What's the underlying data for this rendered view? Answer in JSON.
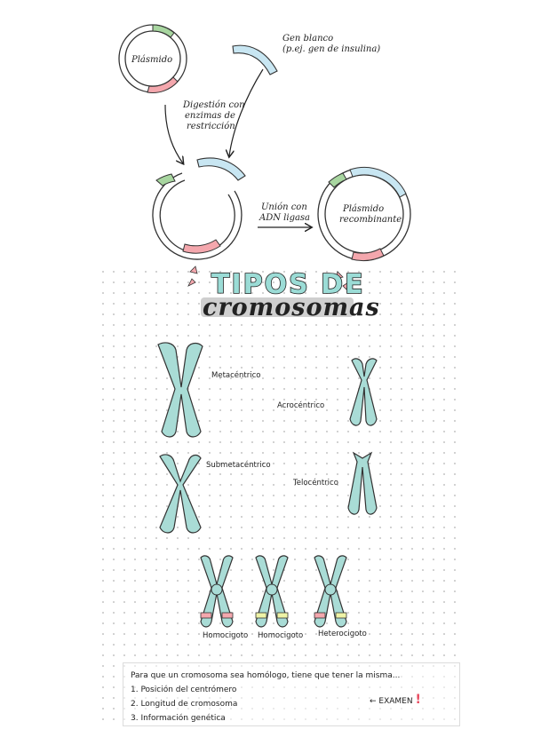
{
  "plasmid_diagram": {
    "plasmid_label": "Plásmido",
    "gene_label_line1": "Gen blanco",
    "gene_label_line2": "(p.ej. gen de insulina)",
    "digestion_line1": "Digestión con",
    "digestion_line2": "enzimas de",
    "digestion_line3": "restricción",
    "union_line1": "Unión con",
    "union_line2": "ADN ligasa",
    "recombinant_line1": "Plásmido",
    "recombinant_line2": "recombinante"
  },
  "title": {
    "line1": "TIPOS DE",
    "line2": "cromosomas"
  },
  "chromosome_types": {
    "metacentrico": "Metacéntrico",
    "acrocentrico": "Acrocéntrico",
    "submetacentrico": "Submetacéntrico",
    "telocentrico": "Telocéntrico"
  },
  "zygosity": {
    "homocigoto_1": "Homocigoto",
    "homocigoto_2": "Homocigoto",
    "heterocigoto": "Heterocigoto"
  },
  "notes": {
    "intro": "Para que un cromosoma sea homólogo, tiene que tener la misma...",
    "item1": "1. Posición del centrómero",
    "item2": "2. Longitud de cromosoma",
    "item3": "3. Información genética",
    "exam": "← EXAMEN",
    "exam_mark": "!"
  },
  "colors": {
    "chromosome": "#a9dcd6",
    "gene_green": "#a8d6a0",
    "gene_pink": "#f4a7ad",
    "gene_blue": "#c8e6f2",
    "band_yellow": "#eef3a6"
  }
}
